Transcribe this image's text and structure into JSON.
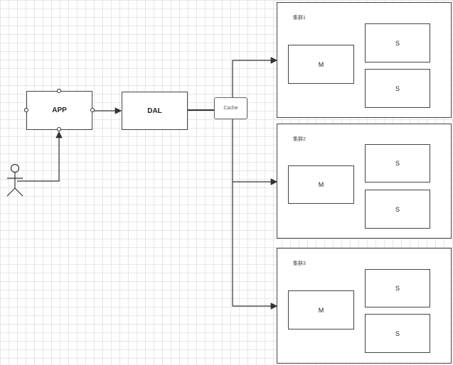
{
  "nodes": {
    "app": "APP",
    "dal": "DAL",
    "cache": "Cache"
  },
  "groups": [
    {
      "label": "集群1",
      "master": "M",
      "slave_1": "S",
      "slave_2": "S"
    },
    {
      "label": "集群2",
      "master": "M",
      "slave_1": "S",
      "slave_2": "S"
    },
    {
      "label": "集群3",
      "master": "M",
      "slave_1": "S",
      "slave_2": "S"
    }
  ],
  "colors": {
    "line": "#333333",
    "border": "#444444",
    "grid": "#e6e6e6"
  }
}
